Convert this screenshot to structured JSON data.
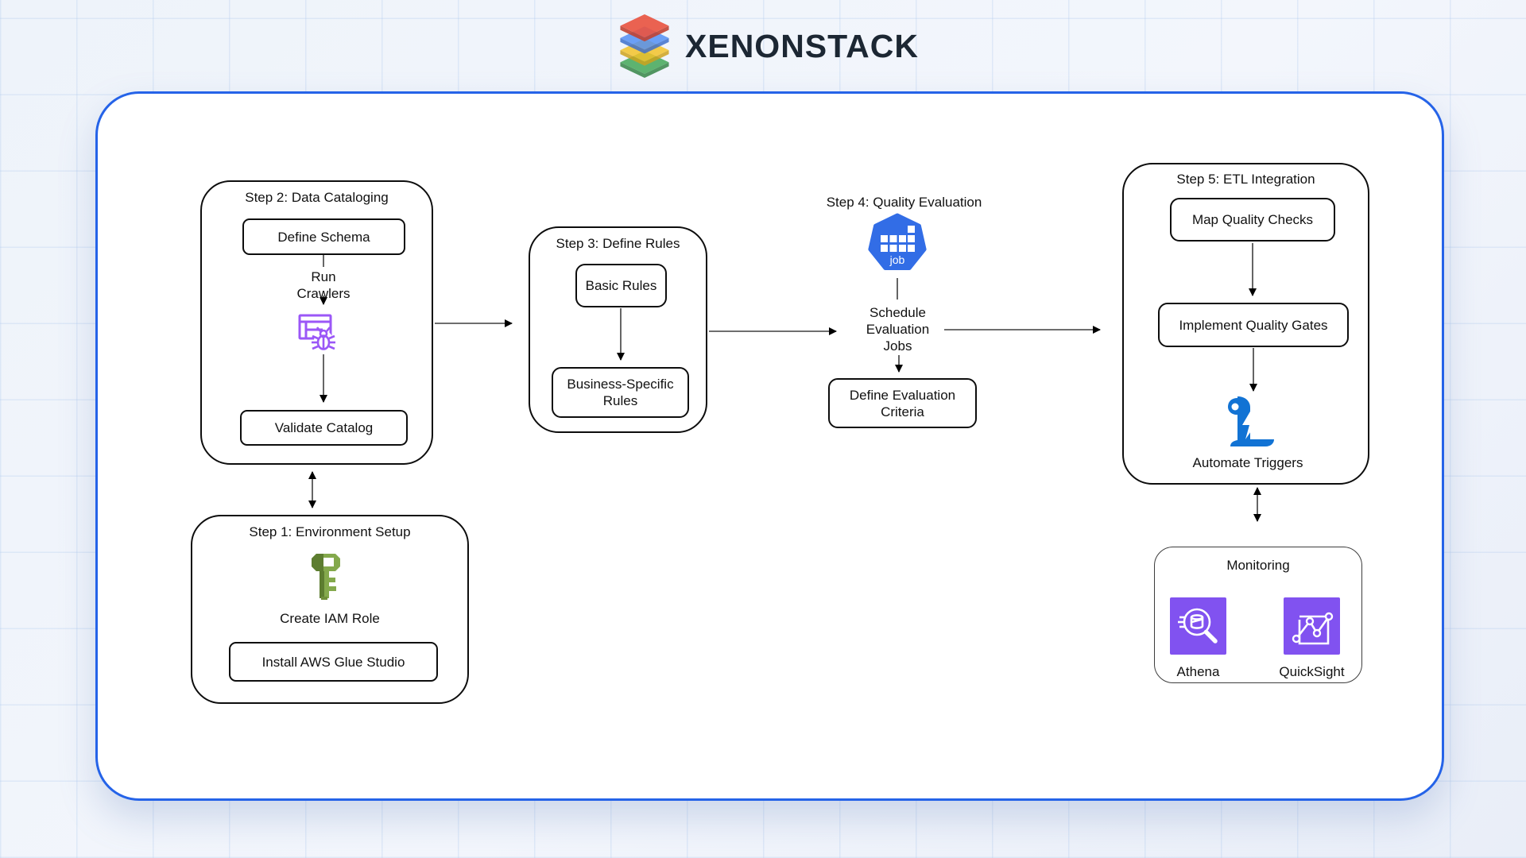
{
  "logo": {
    "text": "XENONSTACK"
  },
  "steps": {
    "step1": {
      "title": "Step 1: Environment Setup",
      "icon": "iam-key-icon",
      "caption": "Create IAM Role",
      "node": "Install AWS Glue Studio"
    },
    "step2": {
      "title": "Step 2: Data Cataloging",
      "node_top": "Define Schema",
      "run_label_lines": [
        "Run",
        "Crawlers"
      ],
      "icon": "glue-crawler-icon",
      "node_bottom": "Validate Catalog"
    },
    "step3": {
      "title": "Step 3: Define Rules",
      "node_top": "Basic Rules",
      "node_bottom": "Business-Specific Rules"
    },
    "step4": {
      "title": "Step 4: Quality Evaluation",
      "icon_label": "job",
      "schedule_lines": [
        "Schedule",
        "Evaluation",
        "Jobs"
      ],
      "node": "Define Evaluation Criteria"
    },
    "step5": {
      "title": "Step 5: ETL Integration",
      "node_top": "Map Quality Checks",
      "node_mid": "Implement Quality Gates",
      "icon": "trigger-scroll-icon",
      "caption": "Automate Triggers"
    },
    "monitoring": {
      "title": "Monitoring",
      "items": [
        {
          "label": "Athena",
          "icon": "athena-icon"
        },
        {
          "label": "QuickSight",
          "icon": "quicksight-icon"
        }
      ]
    }
  },
  "colors": {
    "frame-border": "#2563e8",
    "glue-purple": "#9b57f7",
    "aws-service-purple": "#8152f0",
    "k8s-job-blue": "#326de6",
    "trigger-blue": "#1273d4",
    "iam-green-light": "#84a94c",
    "iam-green-dark": "#5d7d30",
    "logo-red": "#e84c38",
    "logo-blue": "#4b8bf5",
    "logo-yellow": "#f3c01e",
    "logo-green": "#3aa34f",
    "logo-text-color": "#1c2733"
  }
}
